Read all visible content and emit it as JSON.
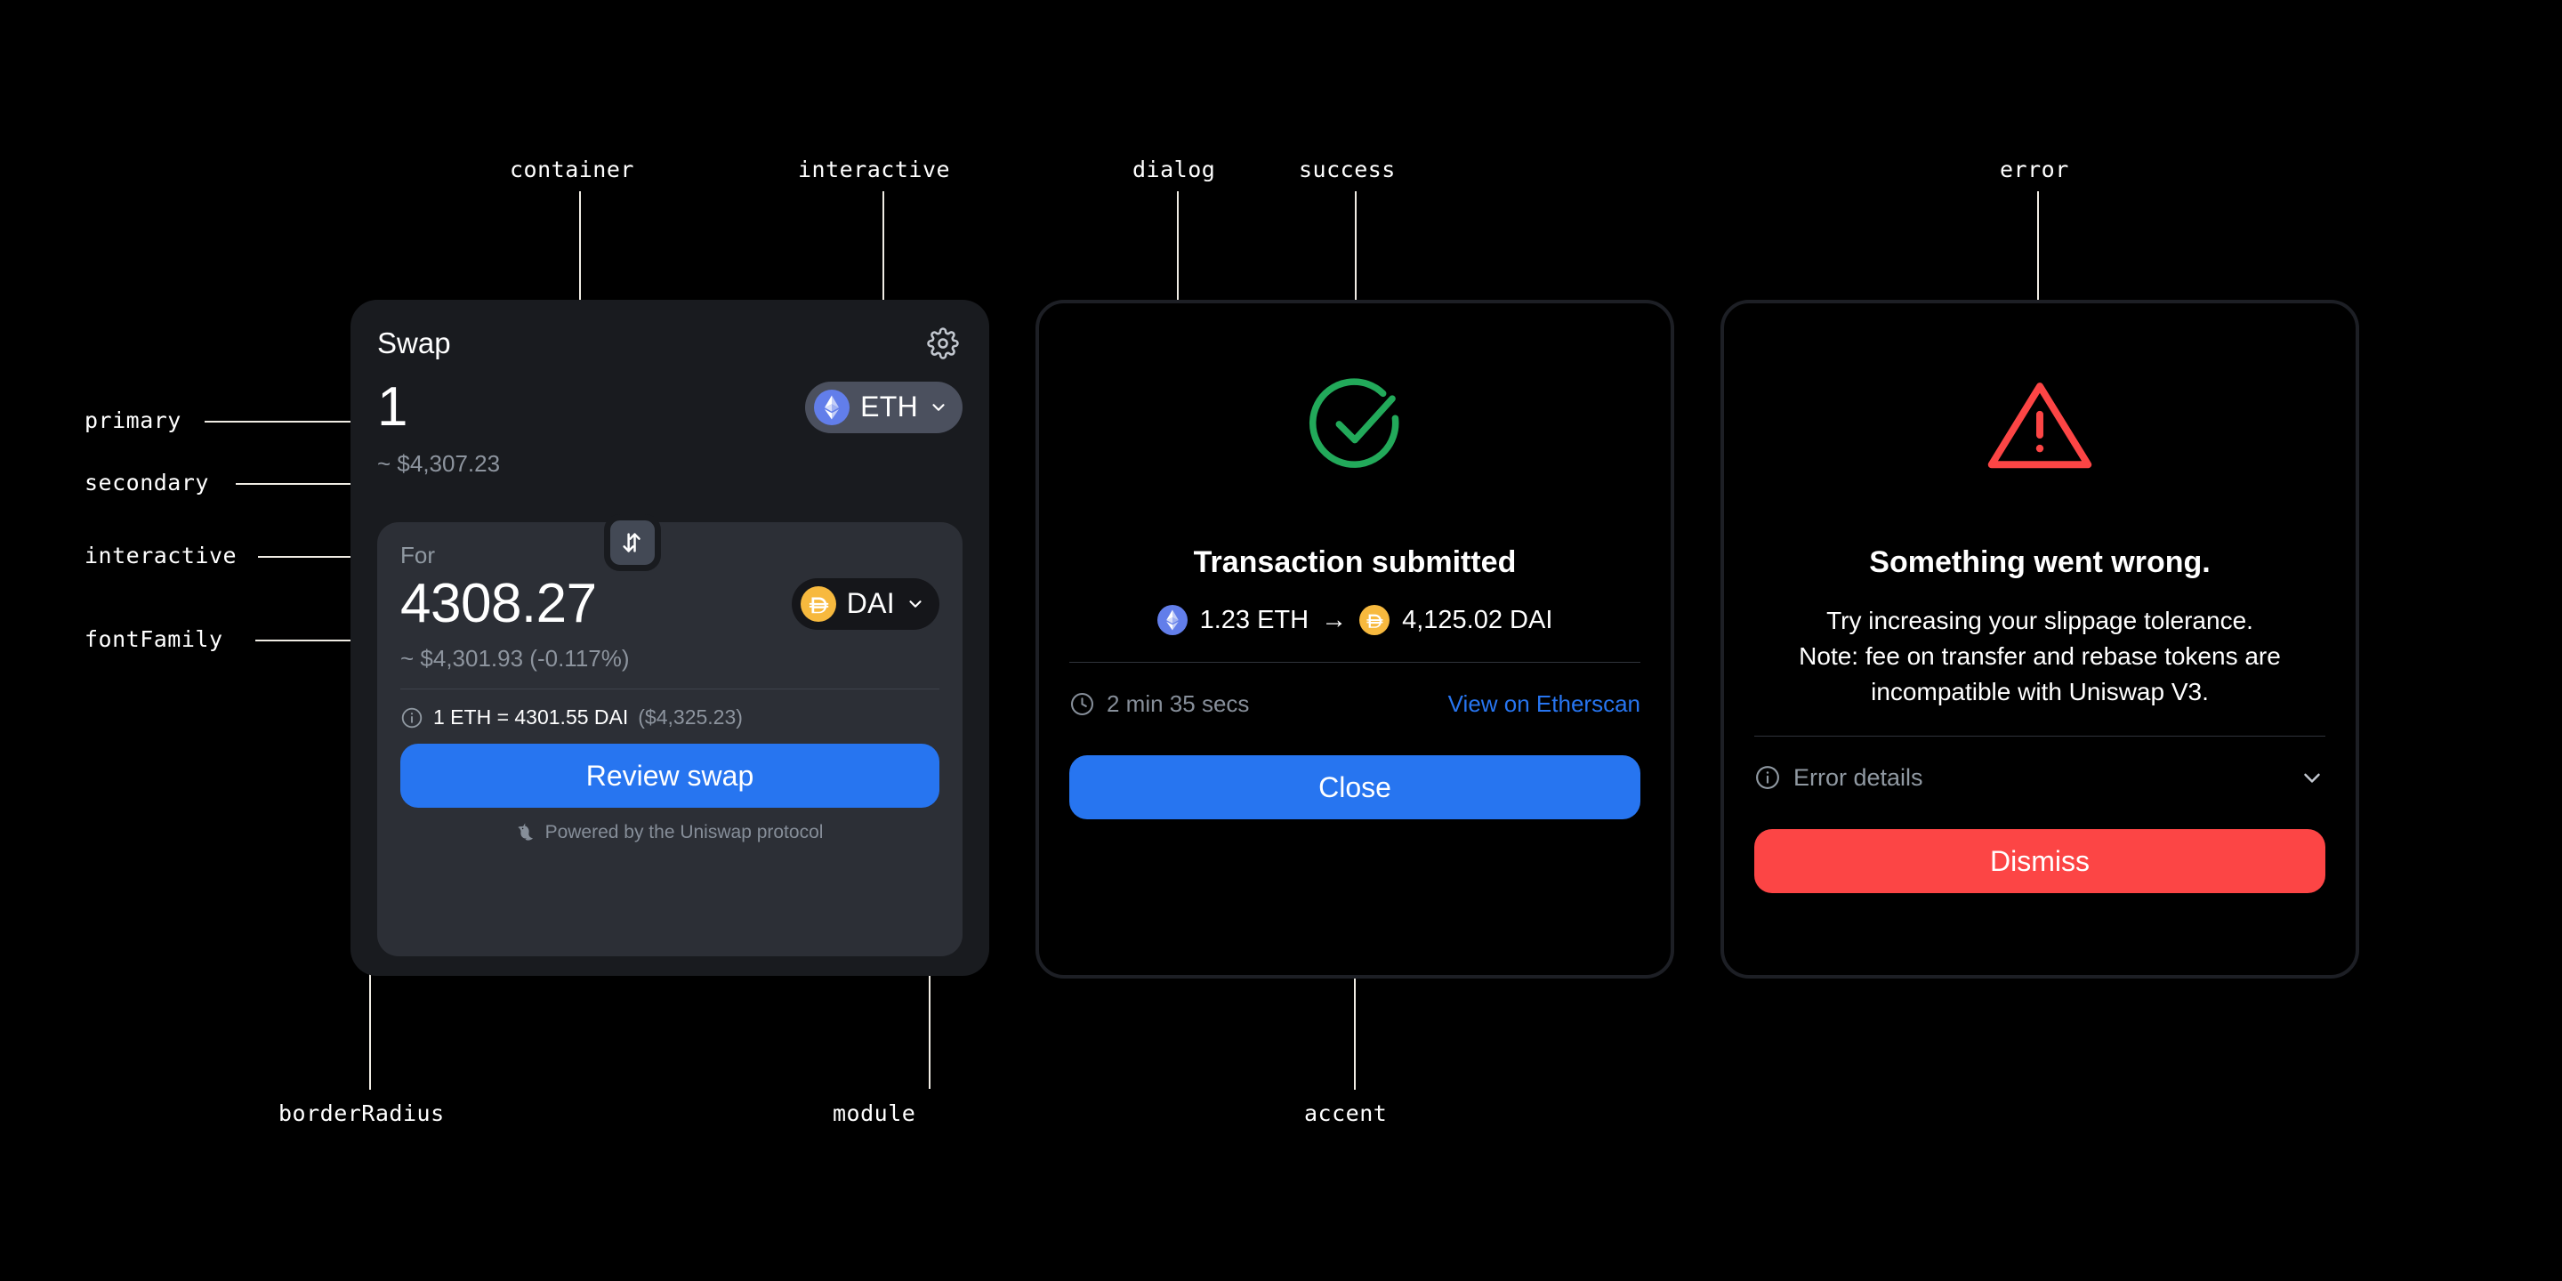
{
  "annotations": [
    {
      "id": "container",
      "label": "container"
    },
    {
      "id": "interactive1",
      "label": "interactive"
    },
    {
      "id": "dialog",
      "label": "dialog"
    },
    {
      "id": "success",
      "label": "success"
    },
    {
      "id": "error",
      "label": "error"
    },
    {
      "id": "primary",
      "label": "primary"
    },
    {
      "id": "secondary",
      "label": "secondary"
    },
    {
      "id": "interactive2",
      "label": "interactive"
    },
    {
      "id": "fontFamily",
      "label": "fontFamily"
    },
    {
      "id": "borderRadius",
      "label": "borderRadius"
    },
    {
      "id": "module",
      "label": "module"
    },
    {
      "id": "accent",
      "label": "accent"
    }
  ],
  "swap": {
    "title": "Swap",
    "settings_icon": "gear-icon",
    "sell": {
      "amount": "1",
      "usd": "~ $4,307.23",
      "token": {
        "symbol": "ETH",
        "icon": "ethereum-icon"
      }
    },
    "toggle_icon": "swap-direction-icon",
    "buy": {
      "label": "For",
      "amount": "4308.27",
      "usd": "~ $4,301.93 (-0.117%)",
      "token": {
        "symbol": "DAI",
        "icon": "dai-icon"
      }
    },
    "rate": {
      "info_icon": "info-icon",
      "text": "1 ETH = 4301.55 DAI",
      "usd": "($4,325.23)"
    },
    "cta_label": "Review swap",
    "footer": {
      "icon": "unicorn-icon",
      "text": "Powered by the Uniswap protocol"
    }
  },
  "success_dialog": {
    "icon": "check-circle-icon",
    "title": "Transaction submitted",
    "from": {
      "amount": "1.23 ETH",
      "icon": "ethereum-icon"
    },
    "arrow": "→",
    "to": {
      "amount": "4,125.02 DAI",
      "icon": "dai-icon"
    },
    "time_icon": "clock-icon",
    "time": "2 min 35 secs",
    "link": "View on Etherscan",
    "cta_label": "Close"
  },
  "error_dialog": {
    "icon": "warning-triangle-icon",
    "title": "Something went wrong.",
    "body_line1": "Try increasing your slippage tolerance.",
    "body_line2": "Note: fee on transfer and rebase tokens are",
    "body_line3": "incompatible with Uniswap V3.",
    "details_icon": "info-icon",
    "details_label": "Error details",
    "chevron_icon": "chevron-down-icon",
    "cta_label": "Dismiss"
  },
  "colors": {
    "background": "#000000",
    "container": "#191b1f",
    "module": "#2c2f36",
    "accent": "#2775f0",
    "error": "#fc4545",
    "success": "#22a95a",
    "primary_text": "#ffffff",
    "secondary_text": "#8d949e"
  }
}
